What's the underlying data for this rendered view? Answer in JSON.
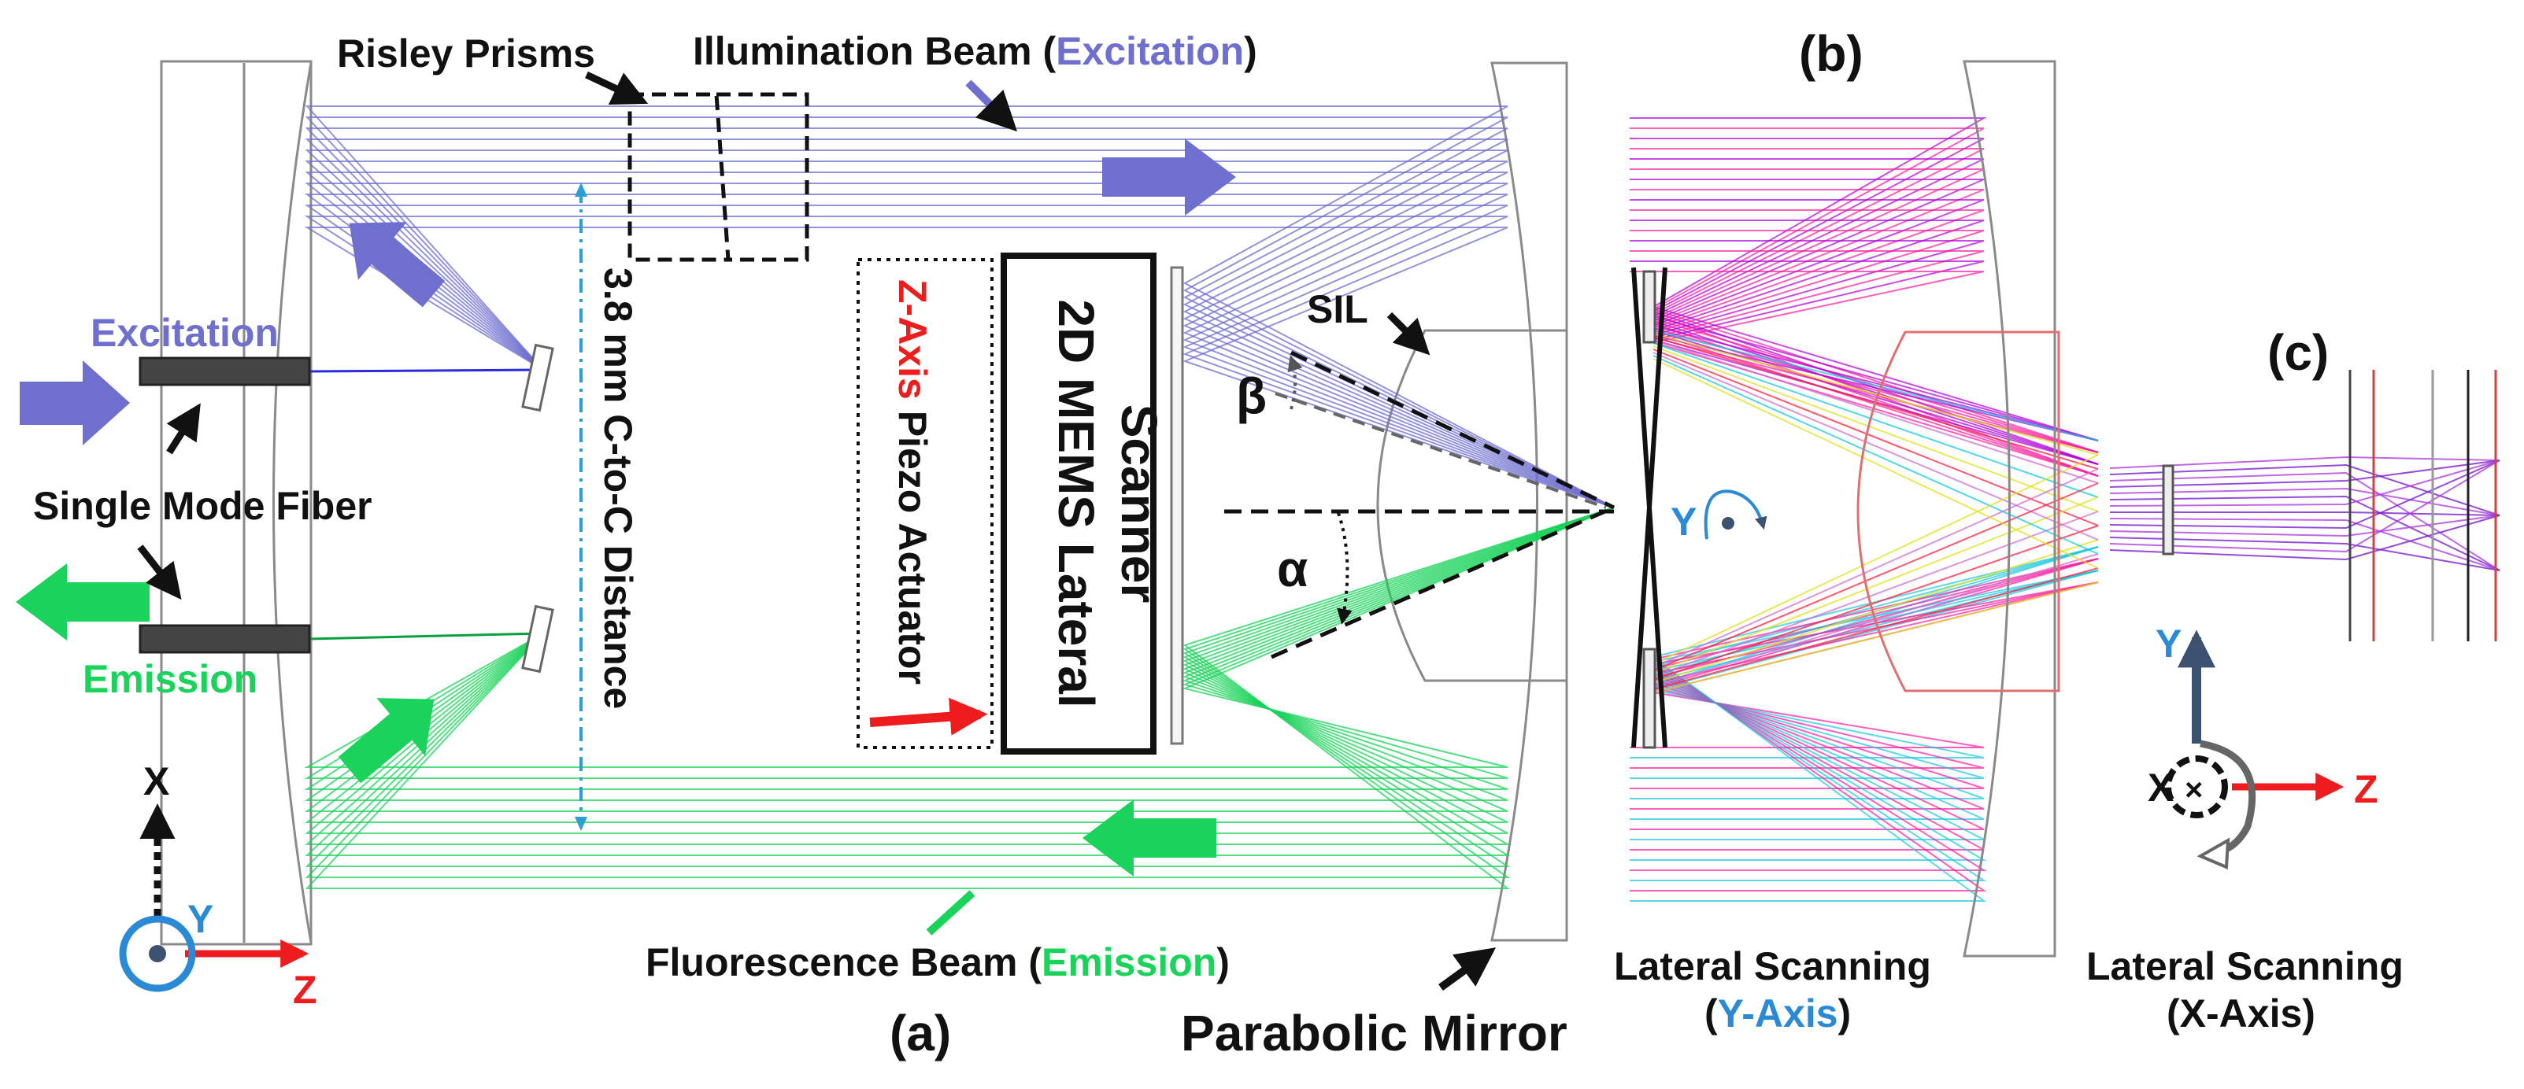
{
  "labels": {
    "risley": "Risley Prisms",
    "illum_pre": "Illumination Beam (",
    "illum_word": "Excitation",
    "illum_post": ")",
    "excitation": "Excitation",
    "single_mode_fiber": "Single Mode Fiber",
    "emission": "Emission",
    "distance": "3.8 mm C-to-C Distance",
    "zaxis_word": "Z-Axis",
    "piezo": " Piezo Actuator",
    "mems_line1": "2D MEMS Lateral",
    "mems_line2": "Scanner",
    "sil": "SIL",
    "beta": "β",
    "alpha": "α",
    "fluor_pre": "Fluorescence Beam (",
    "fluor_word": "Emission",
    "fluor_post": ")",
    "panel_a": "(a)",
    "parabolic_mirror": "Parabolic Mirror",
    "panel_b": "(b)",
    "panel_c": "(c)",
    "lateral_scanning": "Lateral Scanning",
    "y_axis_pre": "(",
    "y_axis_word": "Y-Axis",
    "y_axis_post": ")",
    "x_axis": "(X-Axis)",
    "axis_x": "X",
    "axis_y": "Y",
    "axis_z": "Z"
  },
  "colors": {
    "excitation": "#6f6fd0",
    "emission": "#19d35a",
    "z_axis": "#ee1c1c",
    "y_axis": "#2b8ad6",
    "dark": "#222222"
  },
  "icons": [
    "rotation-arrow-icon",
    "axis-arrow-icon",
    "fiber-icon"
  ]
}
